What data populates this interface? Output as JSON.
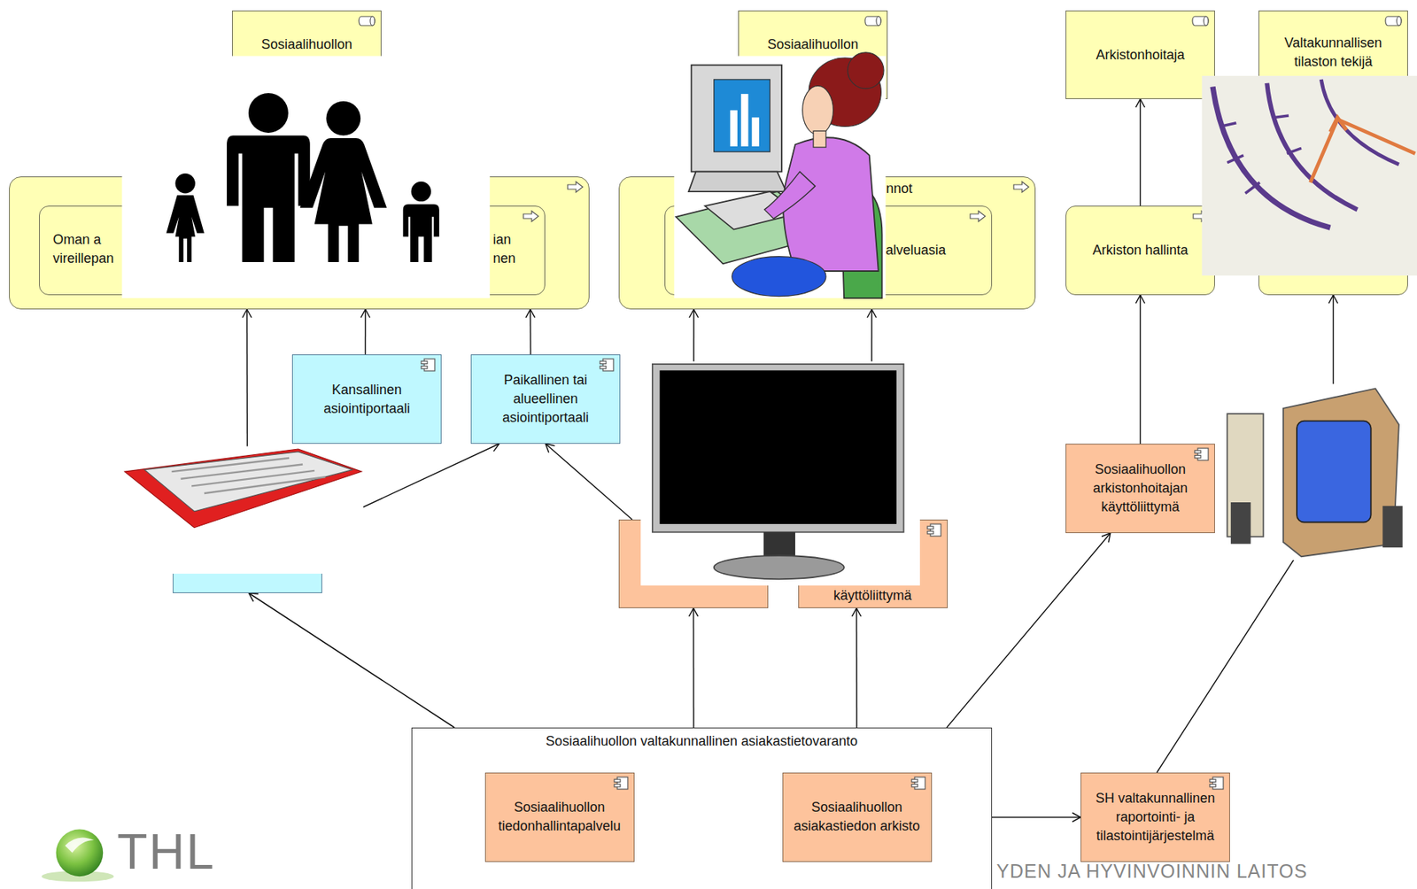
{
  "diagram": {
    "nodes": [
      {
        "text": [
          "Sosiaalihuollon"
        ]
      },
      {
        "text": [
          "Sosiaalihuollon"
        ]
      },
      {
        "text": [
          "Arkistonhoitaja"
        ]
      },
      {
        "text": [
          "Valtakunnallisen tilaston tekijä"
        ]
      },
      {
        "text": []
      },
      {
        "text": [
          "Oman a vireillepan"
        ],
        "in": 4
      },
      {
        "text": [
          "ian nen"
        ],
        "in": 4
      },
      {
        "text": [
          "nnot"
        ]
      },
      {
        "text": [
          "alveluasia"
        ],
        "in": 7
      },
      {
        "text": [
          "Arkiston hallinta"
        ]
      },
      {
        "text": []
      },
      {
        "text": []
      },
      {
        "text": [
          "Kansallinen asiointiportaali"
        ]
      },
      {
        "text": [
          "Paikallinen tai alueellinen asiointiportaali"
        ]
      },
      {
        "text": []
      },
      {
        "text": [
          "käyttöliittymä"
        ]
      },
      {
        "text": [
          "Sosiaalihuollon arkistonhoitajan käyttöliittymä"
        ]
      },
      {
        "text": []
      },
      {
        "text": [
          "Sosiaalihuollon valtakunnallinen asiakastietovaranto"
        ]
      },
      {
        "text": [
          "Sosiaalihuollon tiedonhallintapalvelu"
        ],
        "in": 18
      },
      {
        "text": [
          "Sosiaalihuollon asiakastiedon arkisto"
        ],
        "in": 18
      },
      {
        "text": [
          "SH valtakunnallinen raportointi- ja tilastointijärjestelmä"
        ]
      }
    ],
    "edges": [
      {
        "from": 11,
        "to": 4,
        "arrow": "to"
      },
      {
        "from": 12,
        "to": 4,
        "arrow": "to"
      },
      {
        "from": 13,
        "to": 4,
        "arrow": "to"
      },
      {
        "from": 11,
        "to": 13,
        "arrow": "to"
      },
      {
        "from": 14,
        "to": 13,
        "arrow": "to"
      },
      {
        "from": 14,
        "to": 7,
        "arrow": "to"
      },
      {
        "from": 15,
        "to": 7,
        "arrow": "to"
      },
      {
        "from": 16,
        "to": 9,
        "arrow": "to"
      },
      {
        "from": 9,
        "to": 2,
        "arrow": "to"
      },
      {
        "from": 17,
        "to": 10,
        "arrow": "to"
      },
      {
        "from": 21,
        "to": 17,
        "arrow": "to"
      },
      {
        "from": 18,
        "to": 11,
        "arrow": "to"
      },
      {
        "from": 18,
        "to": 14,
        "arrow": "to"
      },
      {
        "from": 18,
        "to": 15,
        "arrow": "to"
      },
      {
        "from": 18,
        "to": 16,
        "arrow": "to"
      },
      {
        "from": 20,
        "to": 19,
        "arrow": "to"
      },
      {
        "from": 18,
        "to": 21,
        "arrow": "to"
      }
    ],
    "labels": [
      "THL",
      "YDEN JA HYVINVOINNIN LAITOS"
    ]
  }
}
